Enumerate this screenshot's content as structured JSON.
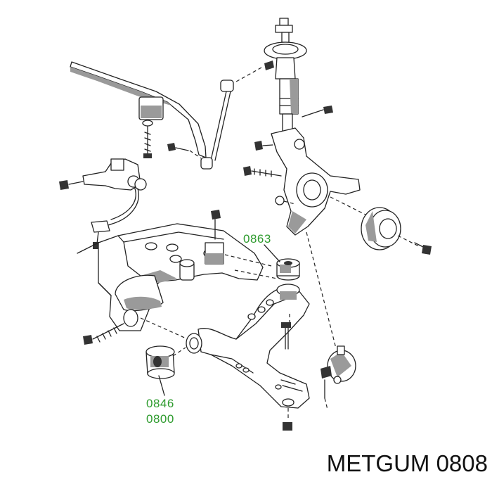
{
  "labels": {
    "part_a": "0863",
    "part_b": "0846",
    "part_c": "0800",
    "title": "METGUM 0808"
  },
  "colors": {
    "callout": "#2e9b2e",
    "line": "#222222",
    "shade": "#9a9a9a",
    "background": "#ffffff"
  }
}
